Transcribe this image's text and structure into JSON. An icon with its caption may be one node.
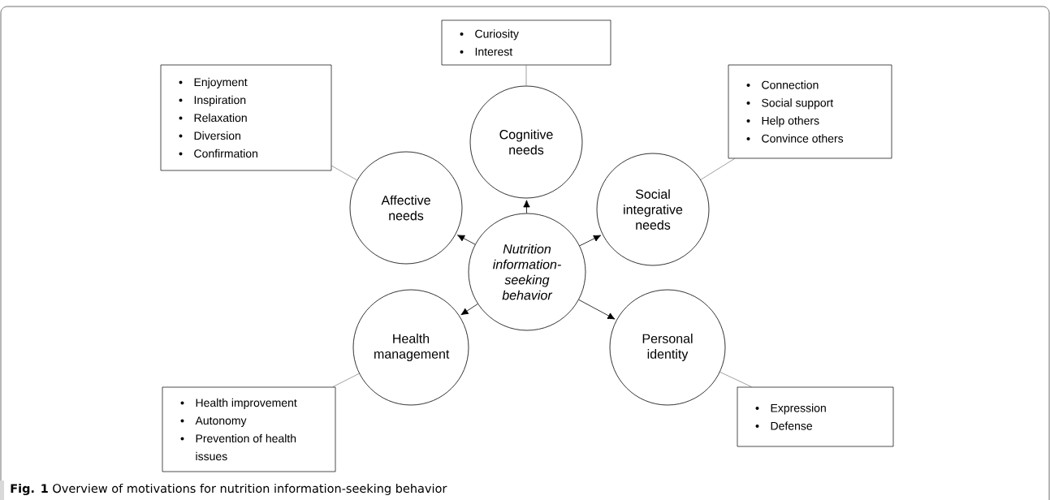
{
  "diagram": {
    "caption": "**Fig. 1** Overview of motivations for nutrition information-seeking behavior",
    "nodes": [
      {
        "text": [
          "Nutrition information-seeking behavior"
        ]
      },
      {
        "text": [
          "Cognitive needs"
        ]
      },
      {
        "text": [
          "Affective needs"
        ]
      },
      {
        "text": [
          "Social integrative needs"
        ]
      },
      {
        "text": [
          "Health management"
        ]
      },
      {
        "text": [
          "Personal identity"
        ]
      },
      {
        "text": [
          "Curiosity",
          "Interest"
        ]
      },
      {
        "text": [
          "Enjoyment",
          "Inspiration",
          "Relaxation",
          "Diversion",
          "Confirmation"
        ]
      },
      {
        "text": [
          "Connection",
          "Social support",
          "Help others",
          "Convince others"
        ]
      },
      {
        "text": [
          "Health improvement",
          "Autonomy",
          "Prevention of health issues"
        ]
      },
      {
        "text": [
          "Expression",
          "Defense"
        ]
      }
    ],
    "edges": [
      {
        "from": 0,
        "to": 1,
        "arrow": "to"
      },
      {
        "from": 0,
        "to": 2,
        "arrow": "to"
      },
      {
        "from": 0,
        "to": 3,
        "arrow": "to"
      },
      {
        "from": 0,
        "to": 4,
        "arrow": "to"
      },
      {
        "from": 0,
        "to": 5,
        "arrow": "to"
      },
      {
        "from": 1,
        "to": 6,
        "arrow": "none"
      },
      {
        "from": 2,
        "to": 7,
        "arrow": "none"
      },
      {
        "from": 3,
        "to": 8,
        "arrow": "none"
      },
      {
        "from": 4,
        "to": 9,
        "arrow": "none"
      },
      {
        "from": 5,
        "to": 10,
        "arrow": "none"
      }
    ]
  }
}
